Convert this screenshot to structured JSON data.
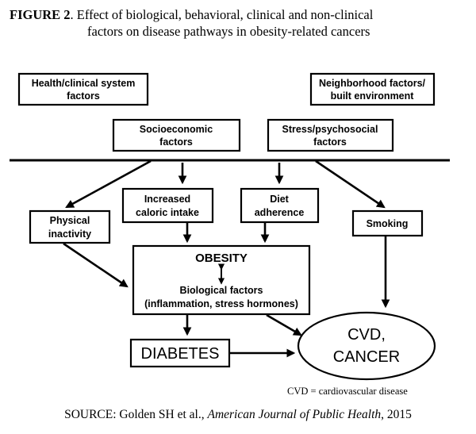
{
  "caption": {
    "label": "FIGURE 2",
    "line1": ". Effect of biological, behavioral, clinical and non-clinical",
    "line2": "factors on disease pathways in obesity-related cancers"
  },
  "boxes": {
    "health_clinical": [
      "Health/clinical system",
      "factors"
    ],
    "neighborhood": [
      "Neighborhood factors/",
      "built environment"
    ],
    "socioeconomic": [
      "Socioeconomic",
      "factors"
    ],
    "stress": [
      "Stress/psychosocial",
      "factors"
    ],
    "physical_inactivity": [
      "Physical",
      "inactivity"
    ],
    "caloric_intake": [
      "Increased",
      "caloric intake"
    ],
    "diet": [
      "Diet",
      "adherence"
    ],
    "smoking": "Smoking",
    "obesity": "OBESITY",
    "biological": [
      "Biological factors",
      "(inflammation, stress hormones)"
    ],
    "diabetes": "DIABETES",
    "outcome": [
      "CVD,",
      "CANCER"
    ]
  },
  "footnote": "CVD =  cardiovascular disease",
  "source": {
    "prefix": "SOURCE: Golden SH et al., ",
    "journal": "American Journal of Public Health",
    "suffix": ", 2015"
  }
}
